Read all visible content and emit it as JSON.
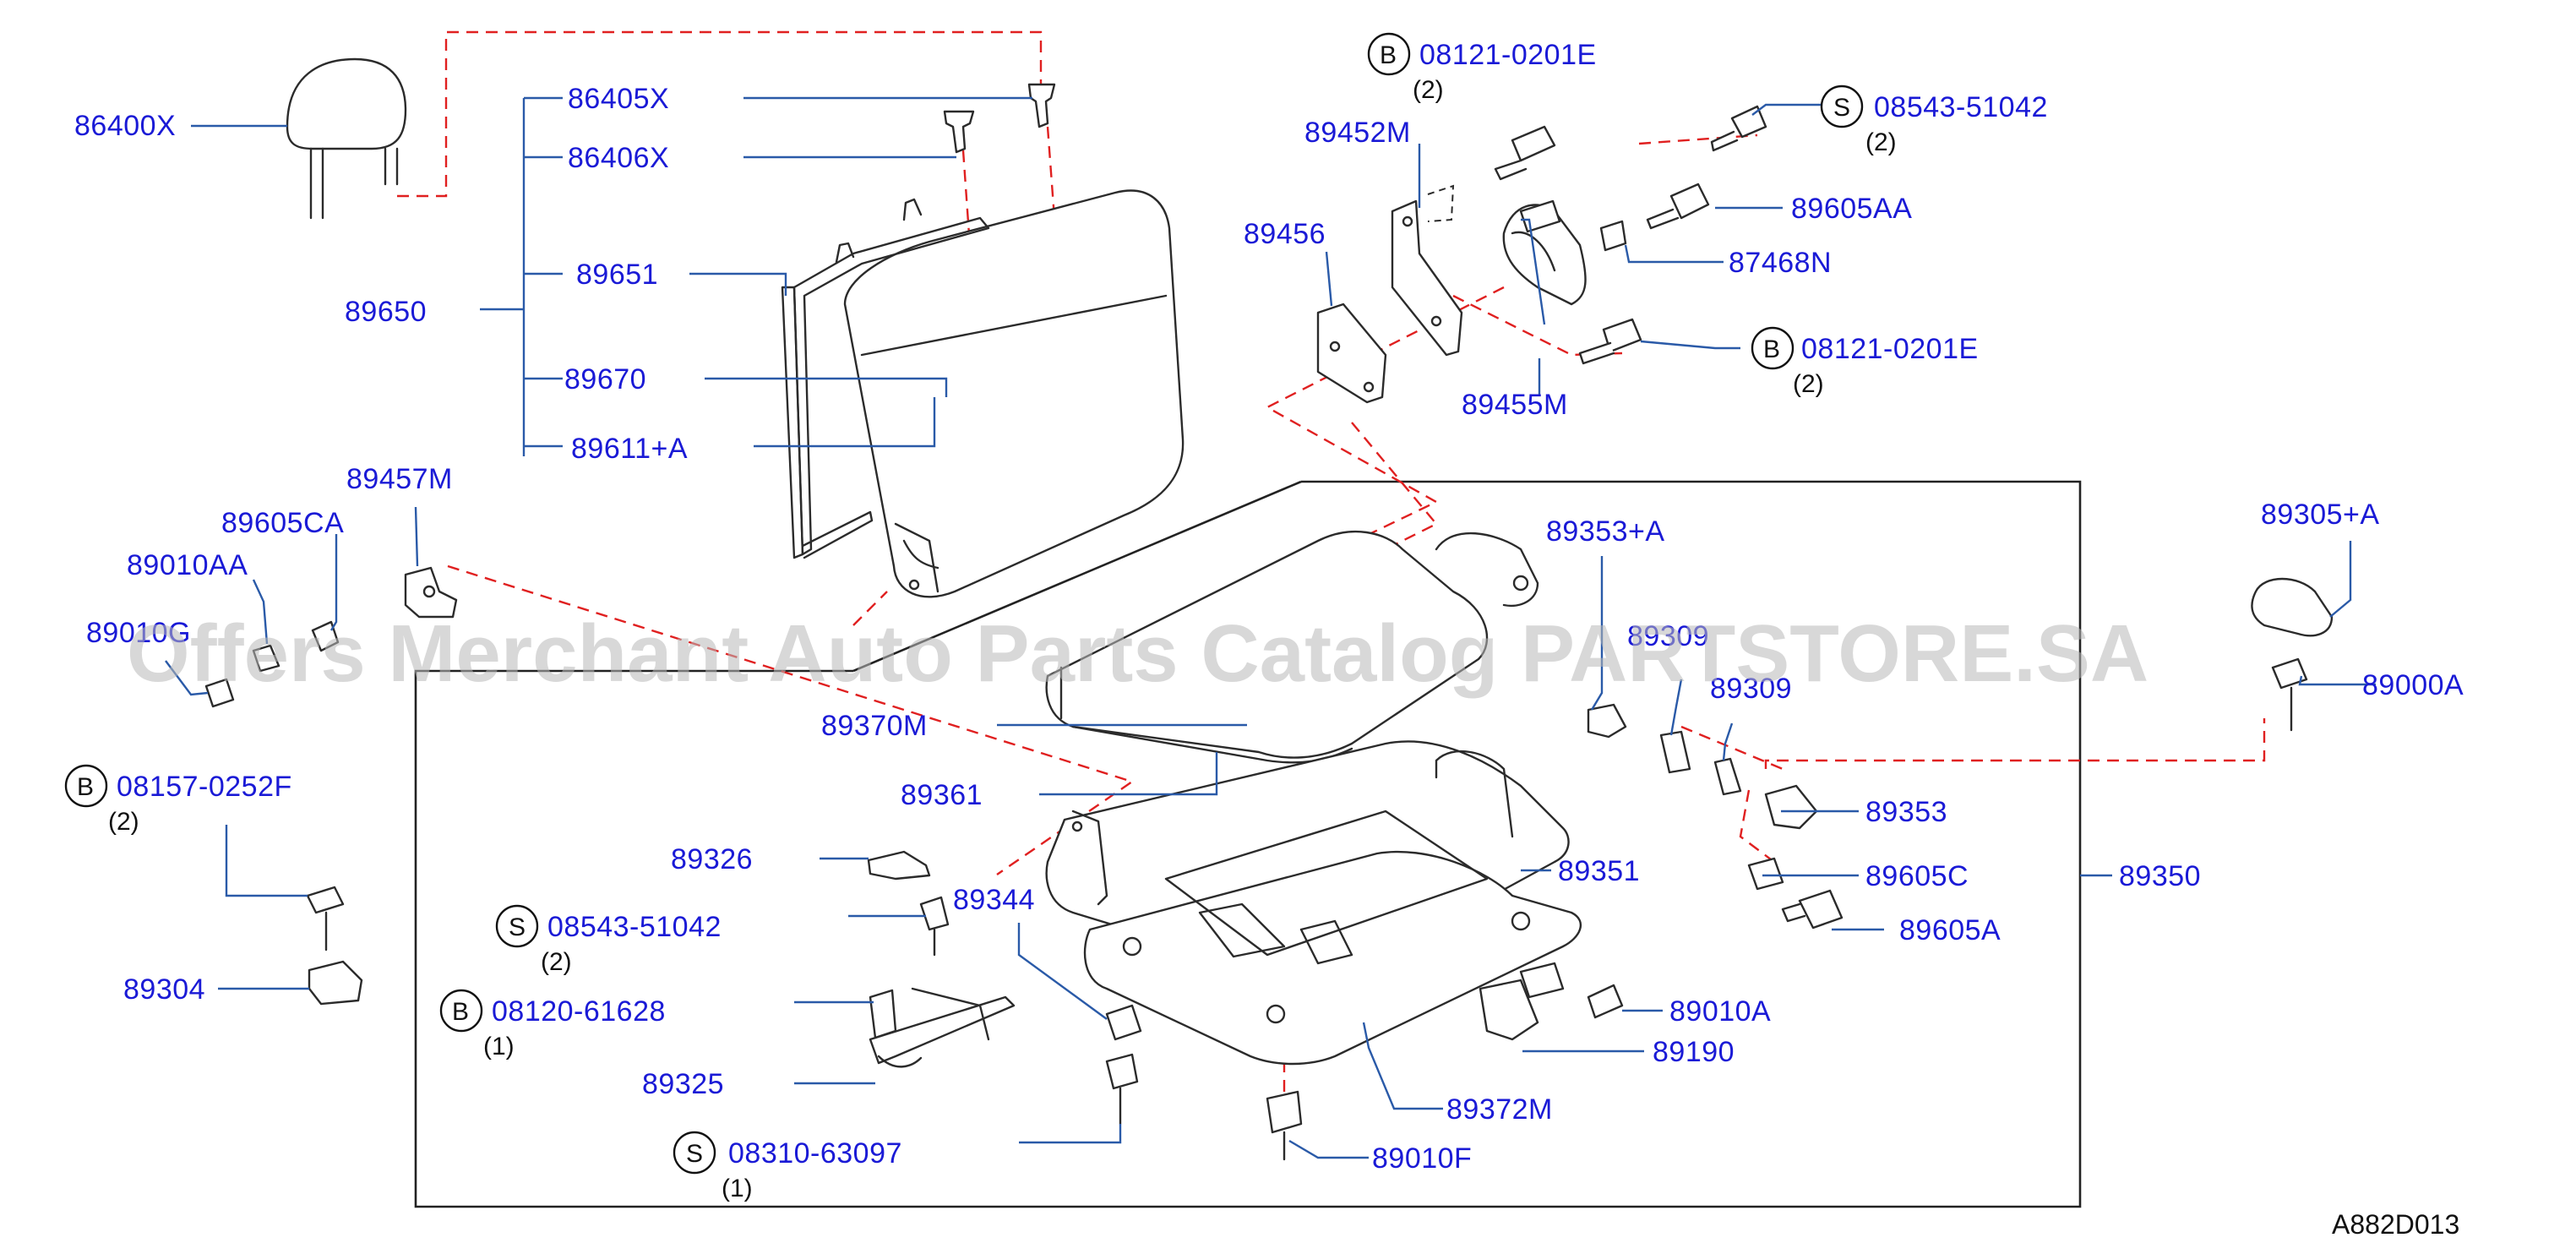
{
  "watermark": "Offers Merchant Auto Parts Catalog PARTSTORE.SA",
  "diagram_code": "A882D013",
  "parts": {
    "p86400X": "86400X",
    "p86405X": "86405X",
    "p86406X": "86406X",
    "p89651": "89651",
    "p89650": "89650",
    "p89670": "89670",
    "p89611A": "89611+A",
    "p89457M": "89457M",
    "p89605CA": "89605CA",
    "p89010AA": "89010AA",
    "p89010G": "89010G",
    "p89452M": "89452M",
    "p89456": "89456",
    "p89455M": "89455M",
    "p89605AA": "89605AA",
    "p87468N": "87468N",
    "p89353A": "89353+A",
    "p89305A": "89305+A",
    "p89000A": "89000A",
    "p89309": "89309",
    "p89309b": "89309",
    "p89353": "89353",
    "p89605C": "89605C",
    "p89605A": "89605A",
    "p89350": "89350",
    "p89351": "89351",
    "p89370M": "89370M",
    "p89361": "89361",
    "p89326": "89326",
    "p89344": "89344",
    "p89304": "89304",
    "p89325": "89325",
    "p89372M": "89372M",
    "p89010F": "89010F",
    "p89010A": "89010A",
    "p89190": "89190"
  },
  "fasteners": {
    "f1": {
      "badge": "B",
      "pn": "08121-0201E",
      "qty": "(2)"
    },
    "f2": {
      "badge": "S",
      "pn": "08543-51042",
      "qty": "(2)"
    },
    "f3": {
      "badge": "B",
      "pn": "08121-0201E",
      "qty": "(2)"
    },
    "f4": {
      "badge": "B",
      "pn": "08157-0252F",
      "qty": "(2)"
    },
    "f5": {
      "badge": "S",
      "pn": "08543-51042",
      "qty": "(2)"
    },
    "f6": {
      "badge": "B",
      "pn": "08120-61628",
      "qty": "(1)"
    },
    "f7": {
      "badge": "S",
      "pn": "08310-63097",
      "qty": "(1)"
    }
  }
}
